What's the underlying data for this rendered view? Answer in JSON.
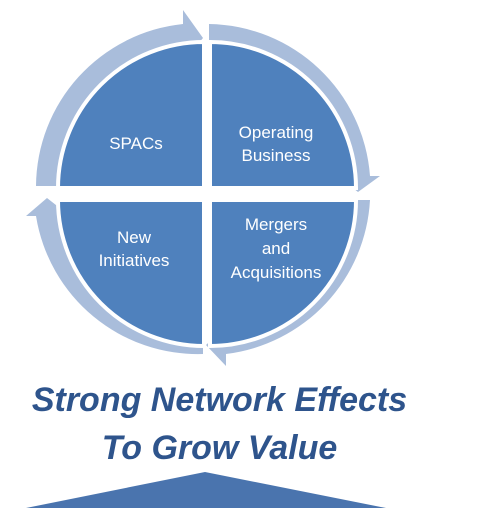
{
  "diagram": {
    "quadrants": [
      {
        "id": "spacs",
        "lines": [
          "SPACs"
        ]
      },
      {
        "id": "operating-business",
        "lines": [
          "Operating",
          "Business"
        ]
      },
      {
        "id": "mergers-acquisitions",
        "lines": [
          "Mergers",
          "and",
          "Acquisitions"
        ]
      },
      {
        "id": "new-initiatives",
        "lines": [
          "New",
          "Initiatives"
        ]
      }
    ],
    "colors": {
      "quadrant_fill": "#4f81bd",
      "quadrant_stroke": "#ffffff",
      "ring": "#a9bddb",
      "tagline": "#2e548c",
      "bottom_arrow": "#4a74ae"
    }
  },
  "tagline": {
    "line1": "Strong Network Effects",
    "line2": "To Grow Value"
  }
}
